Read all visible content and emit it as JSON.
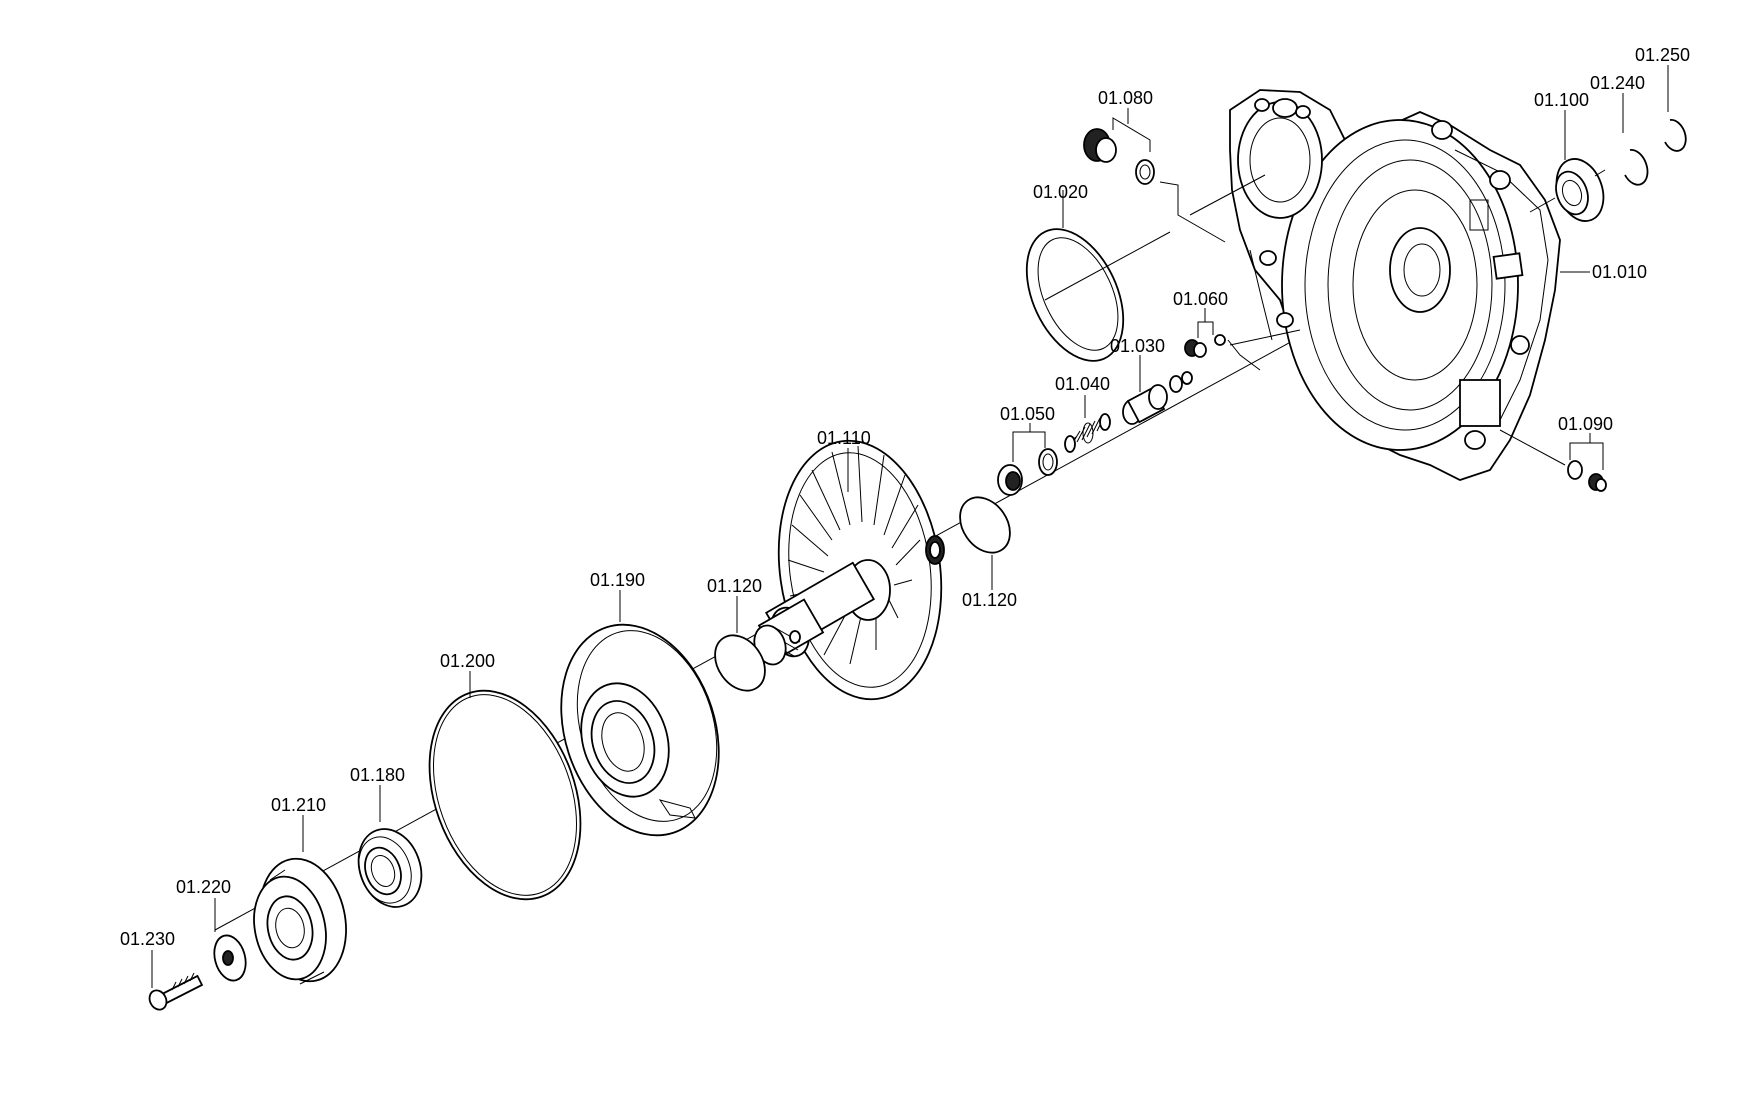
{
  "diagram": {
    "parts": [
      {
        "id": "p010",
        "label": "01.010"
      },
      {
        "id": "p020",
        "label": "01.020"
      },
      {
        "id": "p030",
        "label": "01.030"
      },
      {
        "id": "p040",
        "label": "01.040"
      },
      {
        "id": "p050",
        "label": "01.050"
      },
      {
        "id": "p060",
        "label": "01.060"
      },
      {
        "id": "p080",
        "label": "01.080"
      },
      {
        "id": "p090",
        "label": "01.090"
      },
      {
        "id": "p100",
        "label": "01.100"
      },
      {
        "id": "p110",
        "label": "01.110"
      },
      {
        "id": "p120a",
        "label": "01.120"
      },
      {
        "id": "p120b",
        "label": "01.120"
      },
      {
        "id": "p180",
        "label": "01.180"
      },
      {
        "id": "p190",
        "label": "01.190"
      },
      {
        "id": "p200",
        "label": "01.200"
      },
      {
        "id": "p210",
        "label": "01.210"
      },
      {
        "id": "p220",
        "label": "01.220"
      },
      {
        "id": "p230",
        "label": "01.230"
      },
      {
        "id": "p240",
        "label": "01.240"
      },
      {
        "id": "p250",
        "label": "01.250"
      }
    ]
  }
}
